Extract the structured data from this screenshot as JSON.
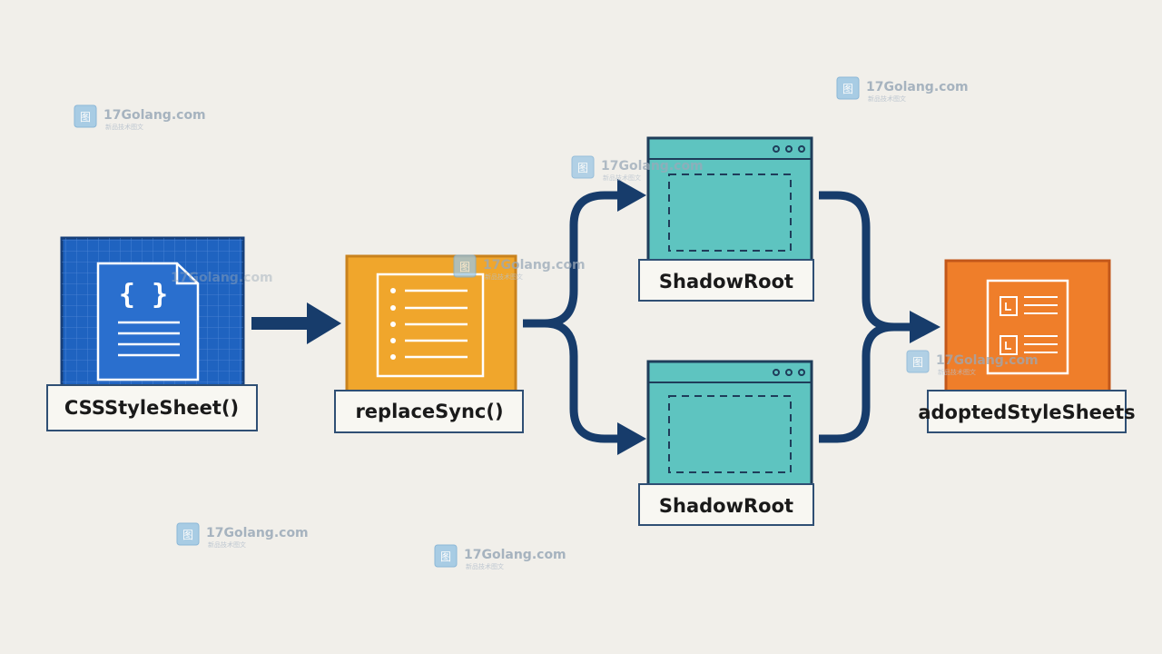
{
  "nodes": {
    "stylesheet": {
      "label": "CSSStyleSheet()",
      "color": "#1f63c0"
    },
    "replace": {
      "label": "replaceSync()",
      "color": "#f0a62c"
    },
    "shadow_top": {
      "label": "ShadowRoot",
      "color": "#5ec4c0"
    },
    "shadow_bottom": {
      "label": "ShadowRoot",
      "color": "#5ec4c0"
    },
    "adopted": {
      "label": "adoptedStyleSheets",
      "color": "#ef7e2a"
    }
  },
  "icons": {
    "braces": "{ }"
  },
  "watermark": {
    "text": "17Golang.com",
    "subtext": "新品技术图文",
    "icon_glyph": "图"
  },
  "colors": {
    "arrow": "#173c6b",
    "label_box_border": "#2f4f74",
    "background": "#f1efea"
  }
}
